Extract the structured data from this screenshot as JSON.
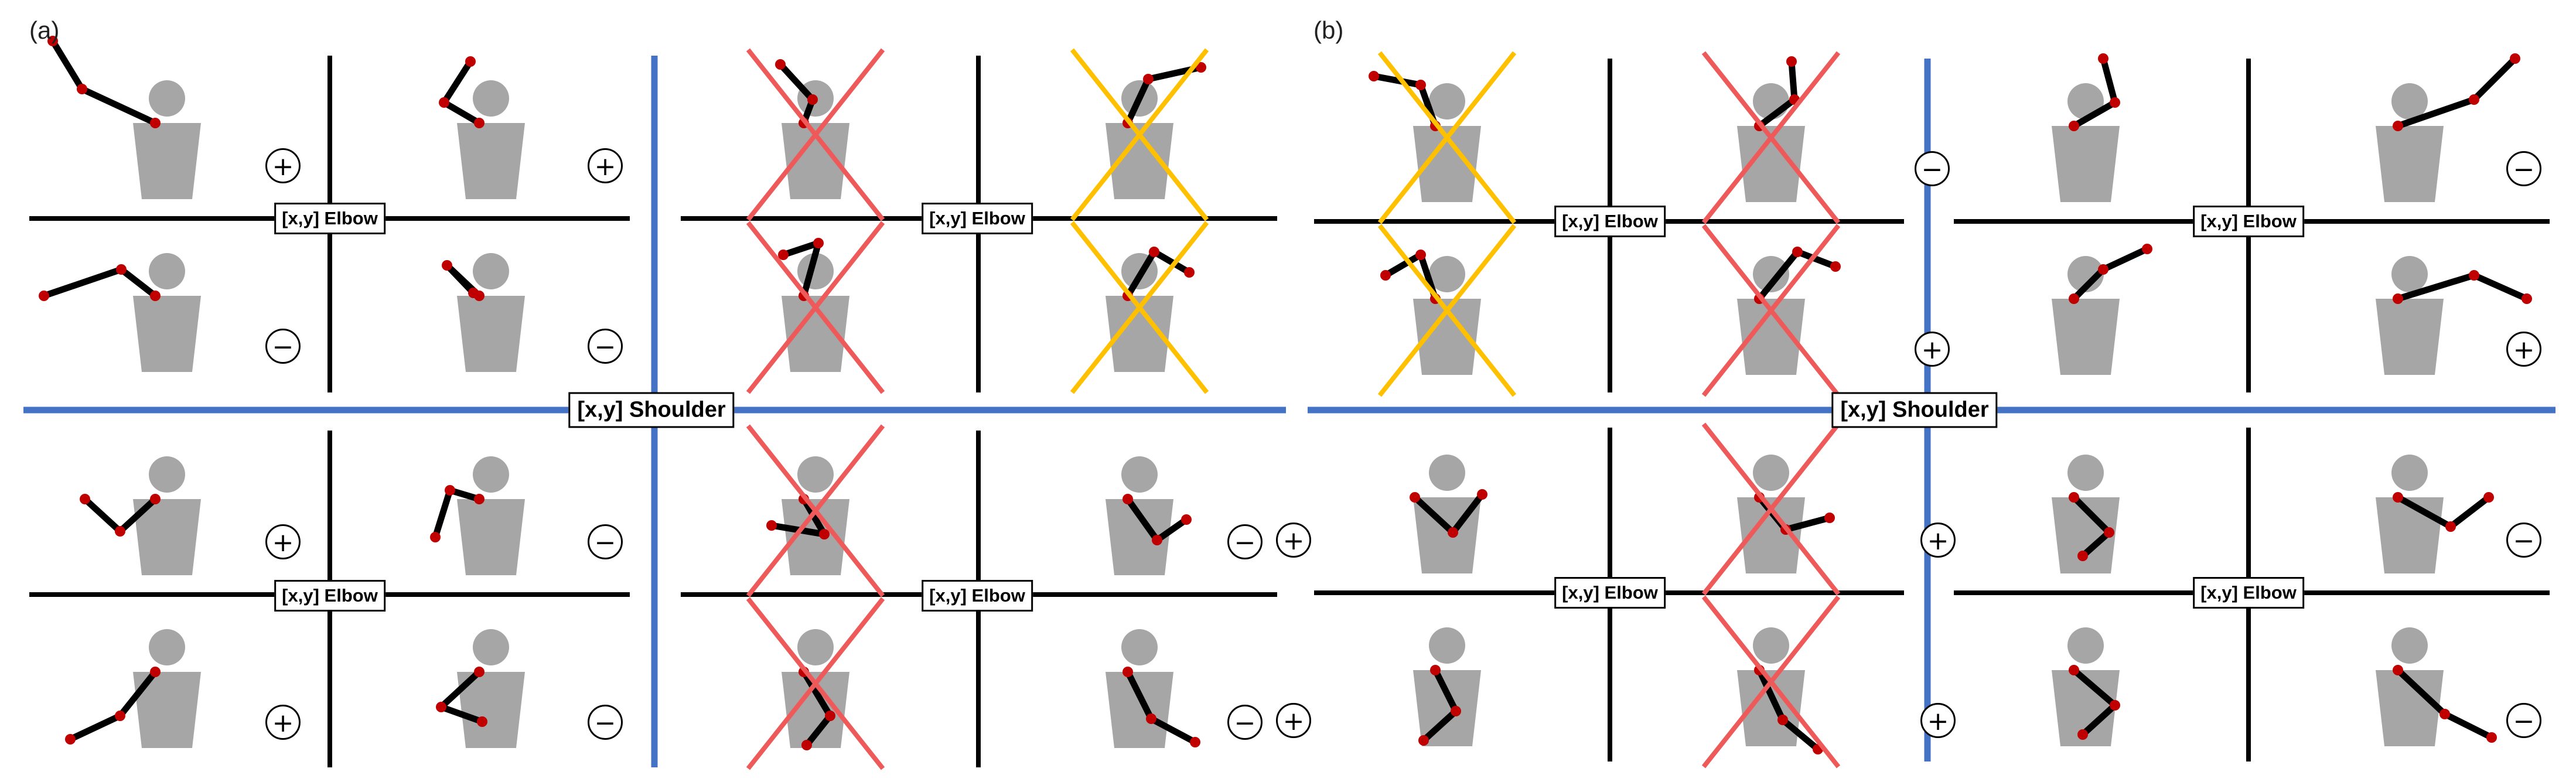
{
  "labels": {
    "panel_a": "(a)",
    "panel_b": "(b)",
    "elbow": "[x,y] Elbow",
    "shoulder": "[x,y] Shoulder"
  },
  "colors": {
    "person": "#a6a6a6",
    "arm": "#000000",
    "joint": "#c00000",
    "main_axis": "#4472c4",
    "sub_axis": "#000000",
    "cross_red": "#ee5a5a",
    "cross_yellow": "#ffc000"
  },
  "panels": [
    {
      "label_key": "panel_a",
      "quadrants": [
        {
          "cells": [
            {
              "arm": "up-left",
              "sign": "+",
              "cross": null
            },
            {
              "arm": "up-folded",
              "sign": "+",
              "cross": null
            },
            {
              "arm": "out-left",
              "sign": "-",
              "cross": null
            },
            {
              "arm": "folded-in",
              "sign": "-",
              "cross": null
            }
          ]
        },
        {
          "cells": [
            {
              "arm": "up-folded-high",
              "sign": null,
              "cross": "red"
            },
            {
              "arm": "up-right",
              "sign": null,
              "cross": "yellow"
            },
            {
              "arm": "triangle-up",
              "sign": null,
              "cross": "red"
            },
            {
              "arm": "over-head",
              "sign": null,
              "cross": "yellow"
            }
          ]
        },
        {
          "cells": [
            {
              "arm": "v-left",
              "sign": "+",
              "cross": null
            },
            {
              "arm": "wedge-left",
              "sign": "-",
              "cross": null
            },
            {
              "arm": "down-left",
              "sign": "+",
              "cross": null
            },
            {
              "arm": "triangle-left",
              "sign": "-",
              "cross": null
            }
          ]
        },
        {
          "cells": [
            {
              "arm": "across-left",
              "sign": null,
              "cross": "red"
            },
            {
              "arm": "v-right",
              "sign": "-",
              "cross": null
            },
            {
              "arm": "down-across",
              "sign": null,
              "cross": "red"
            },
            {
              "arm": "down-right",
              "sign": "-",
              "cross": null
            }
          ]
        }
      ]
    },
    {
      "label_key": "panel_b",
      "quadrants": [
        {
          "cells": [
            {
              "arm": "over-head-left",
              "sign": null,
              "cross": "yellow"
            },
            {
              "arm": "up-zig",
              "sign": null,
              "cross": "red"
            },
            {
              "arm": "tent",
              "sign": null,
              "cross": "yellow"
            },
            {
              "arm": "hook",
              "sign": null,
              "cross": "red"
            }
          ]
        },
        {
          "cells": [
            {
              "arm": "up-right-folded",
              "sign": "-",
              "cross": null
            },
            {
              "arm": "up-right-long",
              "sign": "-",
              "cross": null
            },
            {
              "arm": "up-right-short",
              "sign": "+",
              "cross": null
            },
            {
              "arm": "out-right",
              "sign": "+",
              "cross": null
            }
          ]
        },
        {
          "cells": [
            {
              "arm": "v-center",
              "sign": "+",
              "cross": null
            },
            {
              "arm": "wedge-right",
              "sign": null,
              "cross": "red"
            },
            {
              "arm": "down-diag",
              "sign": "+",
              "cross": null
            },
            {
              "arm": "down-cross",
              "sign": null,
              "cross": "red"
            }
          ]
        },
        {
          "cells": [
            {
              "arm": "triangle-right",
              "sign": "+",
              "cross": null
            },
            {
              "arm": "v-out-right",
              "sign": "-",
              "cross": null
            },
            {
              "arm": "check-right",
              "sign": "+",
              "cross": null
            },
            {
              "arm": "down-out-right",
              "sign": "-",
              "cross": null
            }
          ]
        }
      ]
    }
  ]
}
